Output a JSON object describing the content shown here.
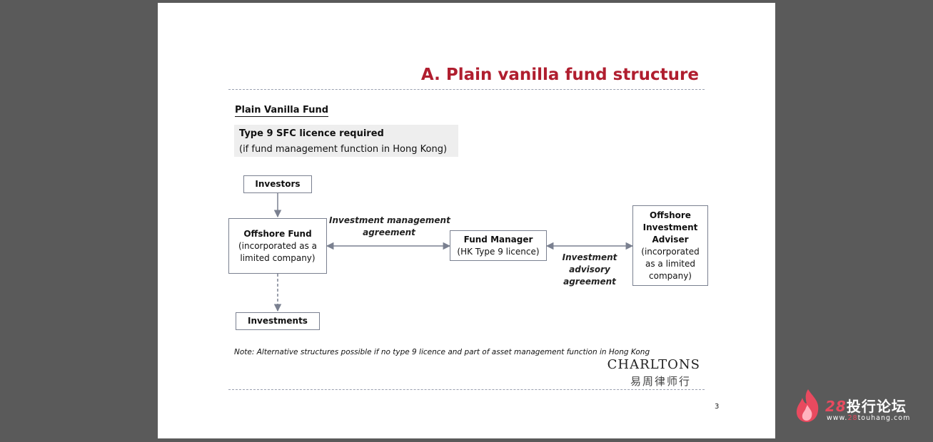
{
  "slide": {
    "title": "A. Plain vanilla fund structure",
    "subheading": "Plain Vanilla Fund",
    "licence_line1": "Type 9 SFC licence required",
    "licence_line2": "(if fund management function in Hong Kong)",
    "note": "Note: Alternative structures possible if no type 9 licence and part of asset management function in Hong Kong",
    "page_number": "3"
  },
  "diagram": {
    "investors": "Investors",
    "offshore_fund": {
      "name": "Offshore Fund",
      "line1": "(incorporated as a",
      "line2": "limited company)"
    },
    "investments": "Investments",
    "fund_manager": {
      "name": "Fund Manager",
      "detail": "(HK Type 9 licence)"
    },
    "adviser": {
      "name1": "Offshore",
      "name2": "Investment",
      "name3": "Adviser",
      "line1": "(incorporated",
      "line2": "as a limited",
      "line3": "company)"
    },
    "ima_label1": "Investment management",
    "ima_label2": "agreement",
    "iaa_label1": "Investment",
    "iaa_label2": "advisory",
    "iaa_label3": "agreement",
    "line_color": "#7a8090"
  },
  "logo": {
    "english": "CHARLTONS",
    "chinese": "易周律师行"
  },
  "watermark": {
    "number": "28",
    "name": "投行论坛",
    "url_prefix": "www.",
    "url_highlight": "28",
    "url_suffix": "touhang.com",
    "accent_color": "#e84a5f"
  }
}
